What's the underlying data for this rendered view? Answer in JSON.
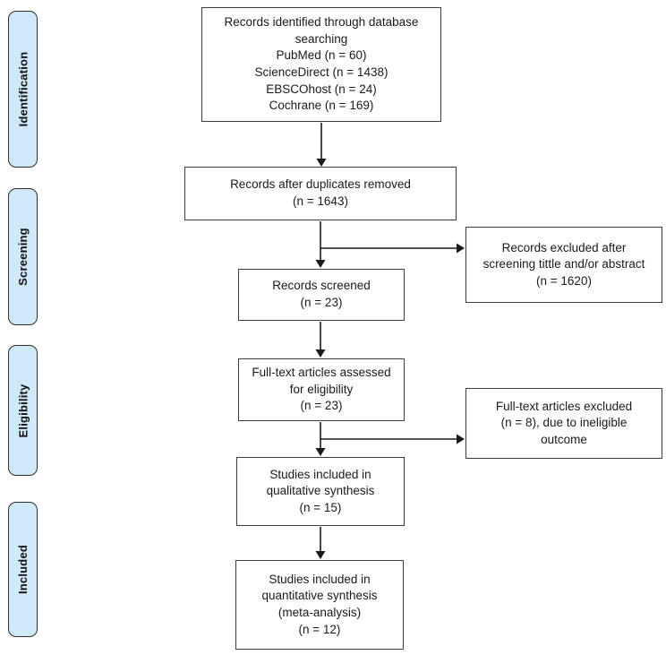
{
  "diagram": {
    "kind": "prisma-flow-diagram",
    "background_color": "#ffffff",
    "line_color": "#1a1a1a"
  },
  "sidebar": {
    "fill_color": "#cfe9f9",
    "border_color": "#2e2e2e",
    "stages": [
      {
        "id": "identification",
        "label": "Identification"
      },
      {
        "id": "screening",
        "label": "Screening"
      },
      {
        "id": "eligibility",
        "label": "Eligibility"
      },
      {
        "id": "included",
        "label": "Included"
      }
    ]
  },
  "flow": {
    "box_fill_color": "#ffffff",
    "box_border_color": "#3d3d3d",
    "identified": {
      "text": "Records identified through database\nsearching\nPubMed (n = 60)\nScienceDirect (n = 1438)\nEBSCOhost (n = 24)\nCochrane (n = 169)",
      "counts": {
        "PubMed": 60,
        "ScienceDirect": 1438,
        "EBSCOhost": 24,
        "Cochrane": 169
      }
    },
    "duplicates_removed": {
      "text": "Records after duplicates removed\n(n = 1643)",
      "n": 1643
    },
    "excluded_screening": {
      "text": "Records excluded after\nscreening tittle and/or abstract\n(n = 1620)",
      "n": 1620
    },
    "screened": {
      "text": "Records screened\n(n = 23)",
      "n": 23
    },
    "fulltext_assessed": {
      "text": "Full-text articles assessed\nfor eligibility\n(n = 23)",
      "n": 23
    },
    "excluded_fulltext": {
      "text": "Full-text articles excluded\n(n = 8), due to ineligible\noutcome",
      "n": 8
    },
    "qualitative_synthesis": {
      "text": "Studies included in\nqualitative synthesis\n(n = 15)",
      "n": 15
    },
    "quantitative_synthesis": {
      "text": "Studies included in\nquantitative synthesis\n(meta-analysis)\n(n = 12)",
      "n": 12
    }
  }
}
